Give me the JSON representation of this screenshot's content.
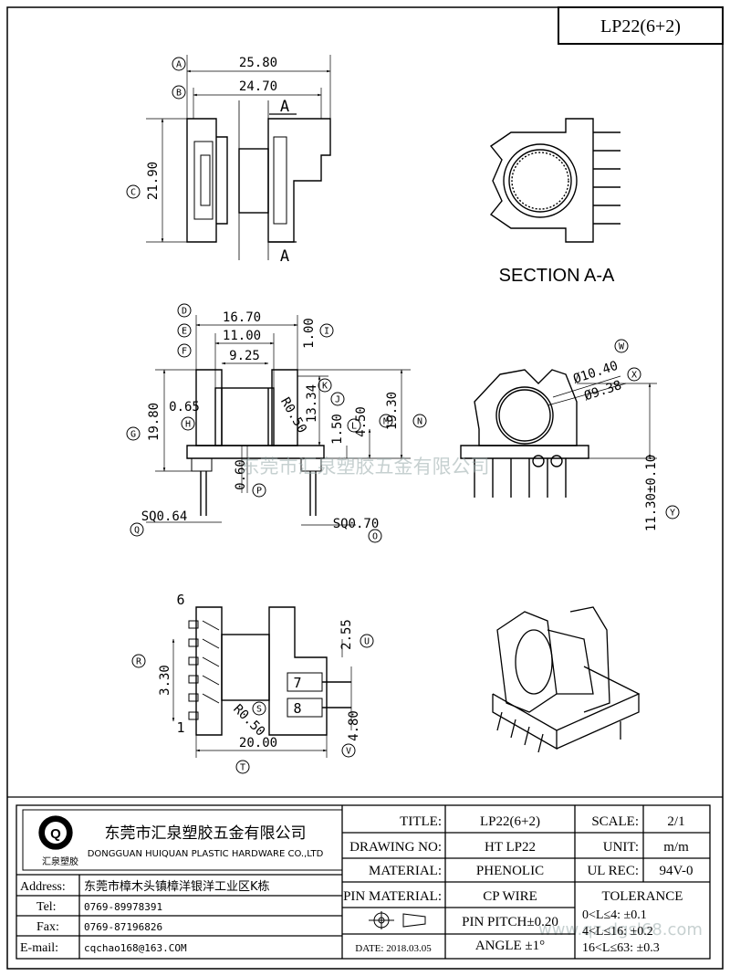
{
  "part_code": "LP22(6+2)",
  "section_label": "SECTION A-A",
  "section_letter": "A",
  "dims": {
    "d258": "25.80",
    "d247": "24.70",
    "d219": "21.90",
    "d167": "16.70",
    "d110": "11.00",
    "d925": "9.25",
    "d100": "1.00",
    "d065": "0.65",
    "d198": "19.80",
    "d1334": "13.34",
    "d150": "1.50",
    "d450": "4.50",
    "d193": "19.30",
    "dr050": "R0.50",
    "d060": "0.60",
    "dsq064": "SQ0.64",
    "dsq070": "SQ0.70",
    "dphi1040": "Ø10.40",
    "dphi938": "Ø9.38",
    "d1130": "11.30±0.10",
    "d255": "2.55",
    "d330": "3.30",
    "d480": "4.80",
    "d2000": "20.00",
    "dr050b": "R0.50"
  },
  "circle_labels": [
    "A",
    "B",
    "C",
    "D",
    "E",
    "F",
    "G",
    "H",
    "I",
    "J",
    "K",
    "L",
    "M",
    "N",
    "O",
    "P",
    "Q",
    "R",
    "S",
    "T",
    "U",
    "V",
    "W",
    "X",
    "Y"
  ],
  "pins": {
    "p6": "6",
    "p1": "1",
    "p7": "7",
    "p8": "8"
  },
  "watermark": "东莞市汇泉塑胶五金有限公司",
  "watermark2": "www.qz-dgsl68.com",
  "company": {
    "name_cn": "东莞市汇泉塑胶五金有限公司",
    "name_en": "DONGGUAN HUIQUAN PLASTIC HARDWARE CO.,LTD",
    "logo_text": "汇泉塑胶"
  },
  "contact": {
    "address_label": "Address:",
    "address": "东莞市樟木头镇樟洋银洋工业区K栋",
    "tel_label": "Tel:",
    "tel": "0769-89978391",
    "fax_label": "Fax:",
    "fax": "0769-87196826",
    "email_label": "E-mail:",
    "email": "cqchao168@163.COM"
  },
  "title_block": {
    "title_label": "TITLE:",
    "title": "LP22(6+2)",
    "drawing_label": "DRAWING NO:",
    "drawing": "HT LP22",
    "material_label": "MATERIAL:",
    "material": "PHENOLIC",
    "pin_material_label": "PIN MATERIAL:",
    "pin_material": "CP WIRE",
    "pin_pitch": "PIN PITCH±0.20",
    "angle": "ANGLE   ±1°",
    "date": "DATE: 2018.03.05",
    "scale_label": "SCALE:",
    "scale": "2/1",
    "unit_label": "UNIT:",
    "unit": "m/m",
    "ul_label": "UL REC:",
    "ul": "94V-0",
    "tolerance_label": "TOLERANCE",
    "tol1": "0<L≤4:  ±0.1",
    "tol2": "4<L≤16: ±0.2",
    "tol3": "16<L≤63: ±0.3"
  }
}
